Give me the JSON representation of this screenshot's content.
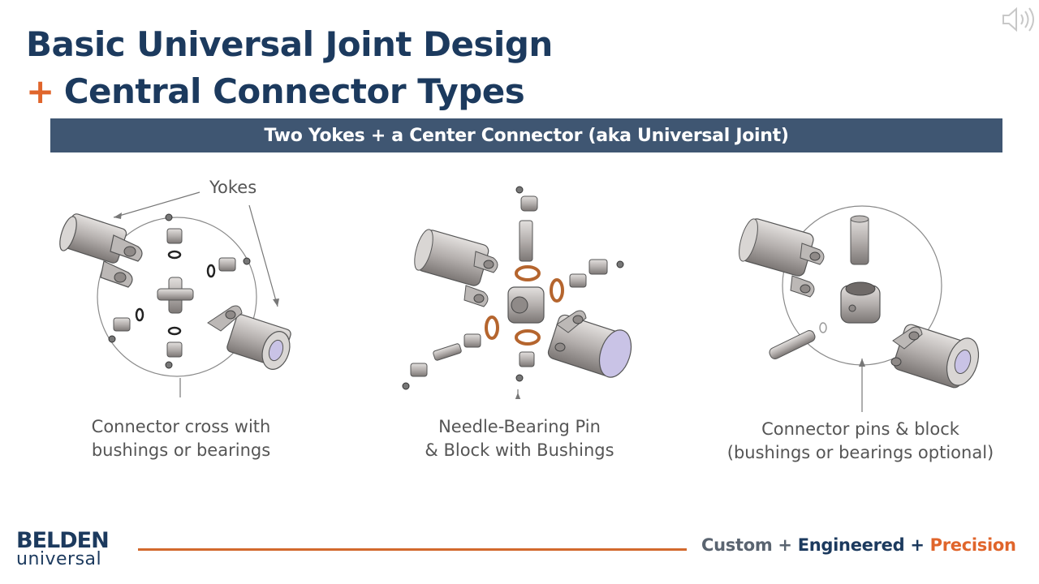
{
  "title": {
    "line1": "Basic Universal Joint Design",
    "plus": "+",
    "line2": "Central Connector Types"
  },
  "banner": "Two Yokes + a Center Connector (aka Universal Joint)",
  "diagrams": [
    {
      "callout": "Yokes",
      "caption_line1": "Connector cross with",
      "caption_line2": "bushings or bearings"
    },
    {
      "caption_line1": "Needle-Bearing Pin",
      "caption_line2": "& Block with Bushings"
    },
    {
      "caption_line1": "Connector pins & block",
      "caption_line2": "(bushings or bearings optional)"
    }
  ],
  "logo": {
    "top": "BELDEN",
    "bottom": "universal"
  },
  "tagline": {
    "part1": "Custom + ",
    "part2": "Engineered + ",
    "part3": "Precision"
  },
  "icons": {
    "speaker": "speaker-icon"
  },
  "colors": {
    "navy": "#1c3a5e",
    "orange": "#e0652b",
    "banner": "#3f5672",
    "metal": "#b9b5b3",
    "bushing": "#c8763a",
    "face": "#c9c3e6"
  }
}
